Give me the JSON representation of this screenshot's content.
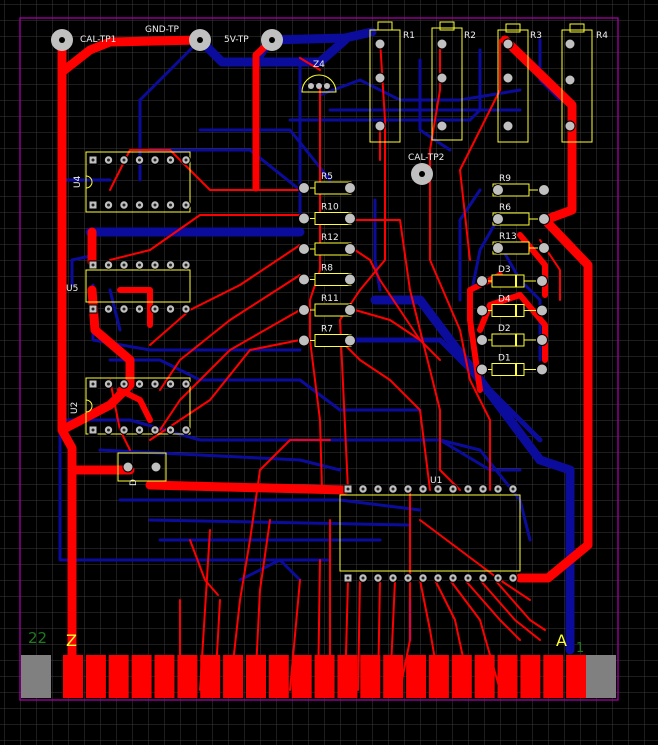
{
  "board": {
    "colors": {
      "background": "#000000",
      "grid": "#3a3a3a",
      "top_copper": "#ff0000",
      "bottom_copper": "#0c0c9c",
      "silkscreen": "#ffff33",
      "outline": "#b000b0",
      "pad_drill": "#c0c0c0",
      "edge_pad": "#ff0000",
      "edge_tab": "#808080"
    },
    "test_points": [
      {
        "id": "tp-cal1",
        "label": "CAL-TP1"
      },
      {
        "id": "tp-gnd",
        "label": "GND-TP"
      },
      {
        "id": "tp-5v",
        "label": "5V-TP"
      },
      {
        "id": "tp-cal2",
        "label": "CAL-TP2"
      }
    ],
    "ics": [
      {
        "id": "u4",
        "label": "U4"
      },
      {
        "id": "u5",
        "label": "U5"
      },
      {
        "id": "u2",
        "label": "U2"
      },
      {
        "id": "u1",
        "label": "U1"
      }
    ],
    "pots": [
      {
        "id": "r1",
        "label": "R1"
      },
      {
        "id": "r2",
        "label": "R2"
      },
      {
        "id": "r3",
        "label": "R3"
      },
      {
        "id": "r4",
        "label": "R4"
      }
    ],
    "transistor": {
      "label": "Z4"
    },
    "small_part": {
      "label": "D"
    },
    "resistors_left": [
      "R5",
      "R10",
      "R12",
      "R8",
      "R11",
      "R7"
    ],
    "resistors_right": [
      "R9",
      "R6",
      "R13"
    ],
    "diodes": [
      "D3",
      "D4",
      "D2",
      "D1"
    ],
    "edge_labels": {
      "left_num": "22",
      "left_letter": "Z",
      "right_letter": "A",
      "right_num": "1"
    }
  }
}
